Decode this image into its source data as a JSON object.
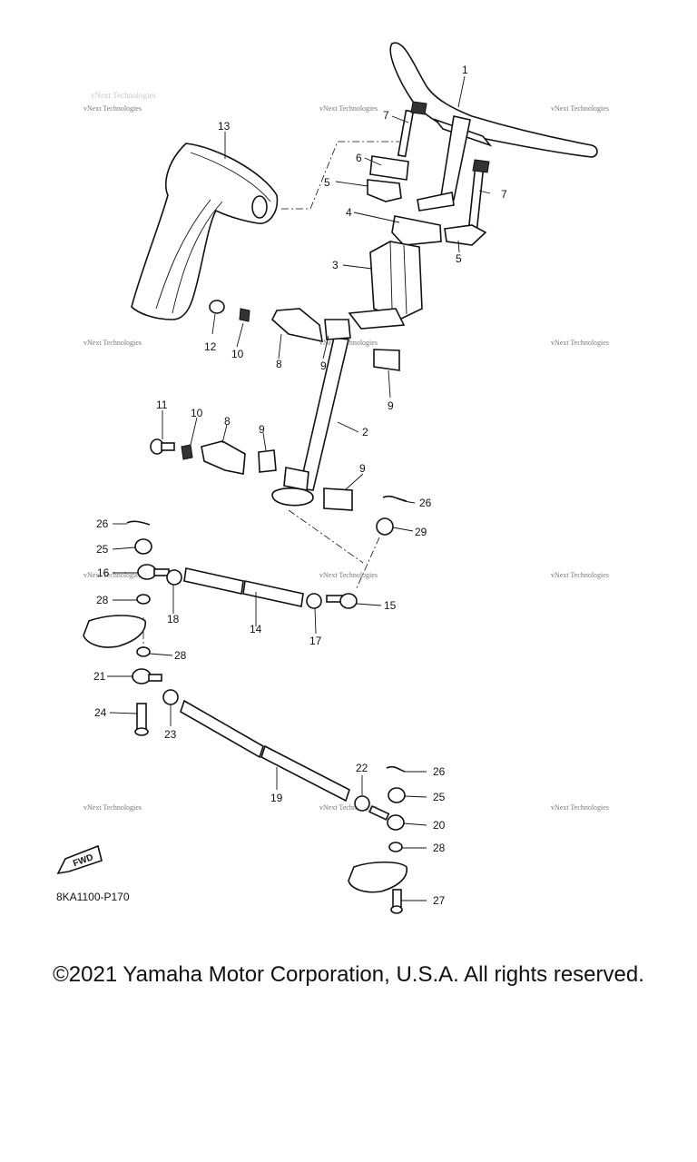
{
  "diagram": {
    "code": "8KA1100-P170",
    "fwd_label": "FWD",
    "watermark": "vNext Technologies",
    "callouts": [
      "1",
      "2",
      "3",
      "4",
      "5",
      "5",
      "6",
      "7",
      "7",
      "8",
      "8",
      "9",
      "9",
      "9",
      "9",
      "10",
      "10",
      "11",
      "12",
      "13",
      "14",
      "15",
      "16",
      "17",
      "18",
      "19",
      "20",
      "21",
      "22",
      "23",
      "24",
      "25",
      "25",
      "26",
      "26",
      "26",
      "27",
      "28",
      "28",
      "28",
      "29"
    ]
  },
  "footer": {
    "copyright": "©2021 Yamaha Motor Corporation, U.S.A. All rights reserved."
  }
}
